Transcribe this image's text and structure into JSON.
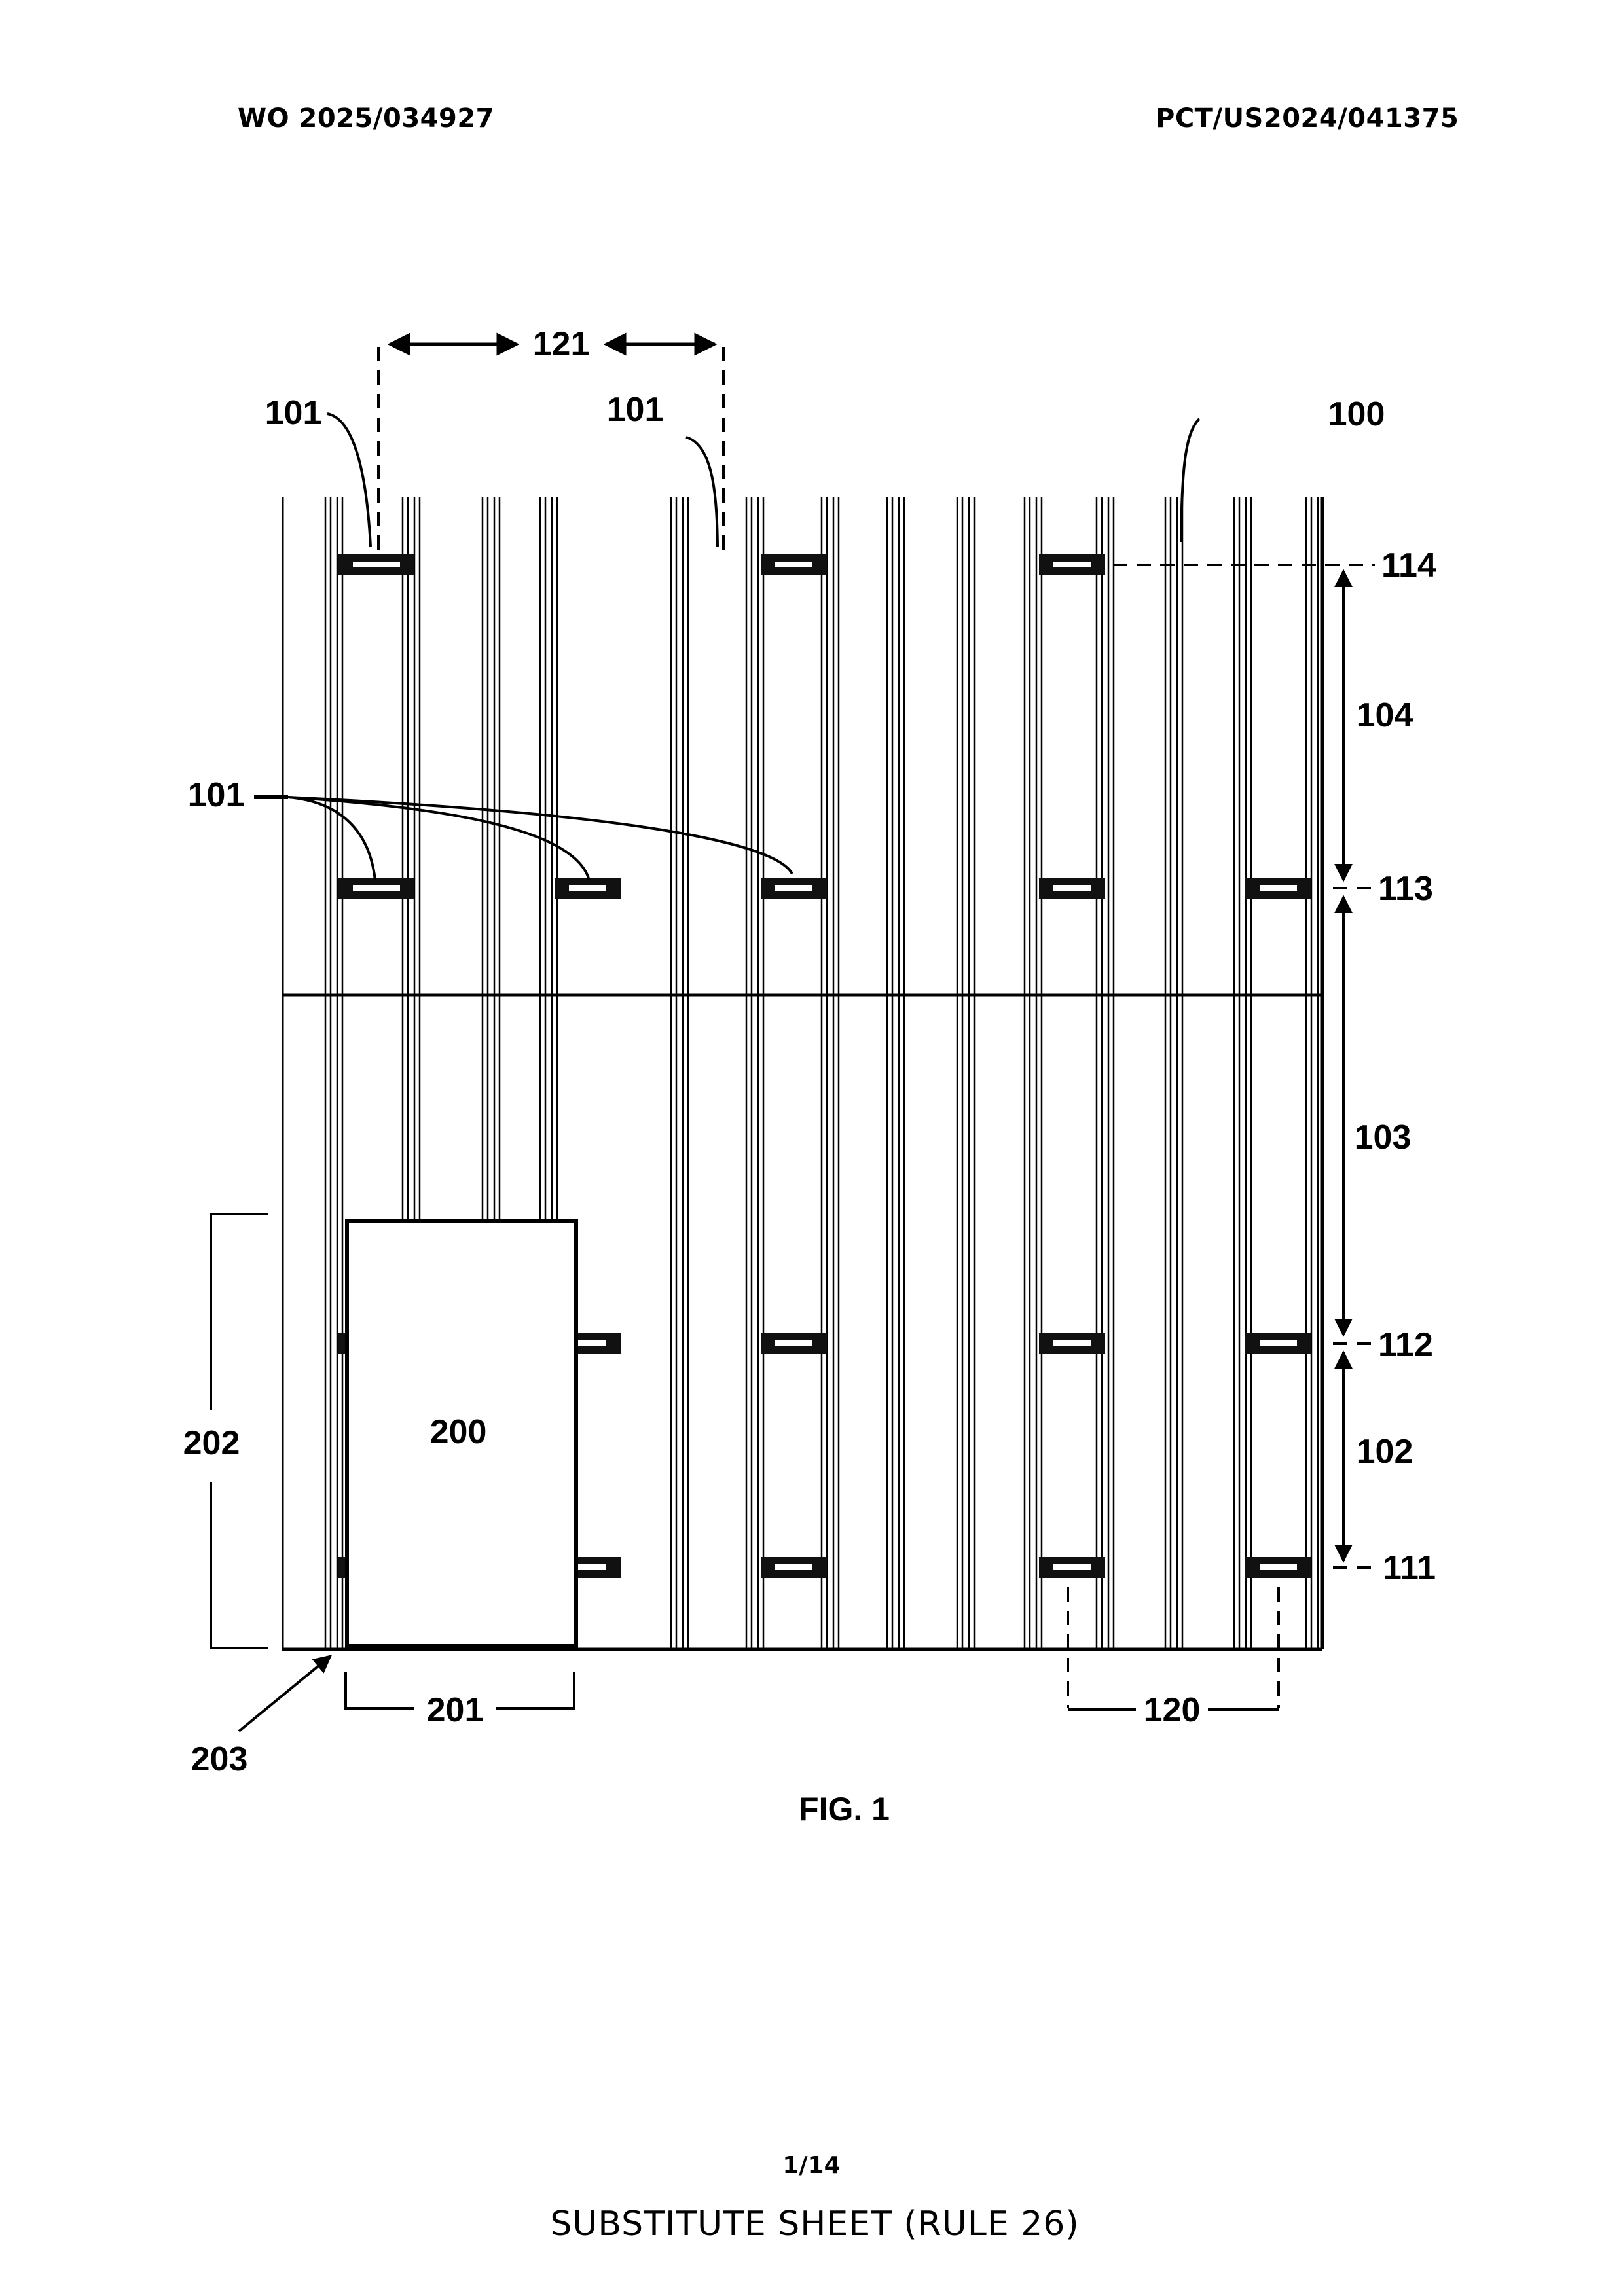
{
  "header": {
    "publication_number": "WO 2025/034927",
    "application_number": "PCT/US2024/041375"
  },
  "figure": {
    "caption": "FIG. 1",
    "reference_labels": {
      "structure": "100",
      "connector": "101",
      "span_row_102": "102",
      "span_row_103": "103",
      "span_row_104": "104",
      "level_111": "111",
      "level_112": "112",
      "level_113": "113",
      "level_114": "114",
      "horizontal_spacing": "120",
      "column_spacing": "121",
      "panel": "200",
      "panel_width": "201",
      "panel_height": "202",
      "panel_corner": "203"
    },
    "connector_rows": [
      {
        "level": "114",
        "columns": [
          1,
          3,
          5
        ]
      },
      {
        "level": "113",
        "columns": [
          1,
          2,
          3,
          5,
          6
        ]
      },
      {
        "level": "112",
        "columns": [
          1,
          2,
          3,
          5,
          6
        ]
      },
      {
        "level": "111",
        "columns": [
          1,
          2,
          3,
          5,
          6
        ]
      }
    ]
  },
  "footer": {
    "page": "1/14",
    "sheet_note": "SUBSTITUTE SHEET (RULE 26)"
  }
}
